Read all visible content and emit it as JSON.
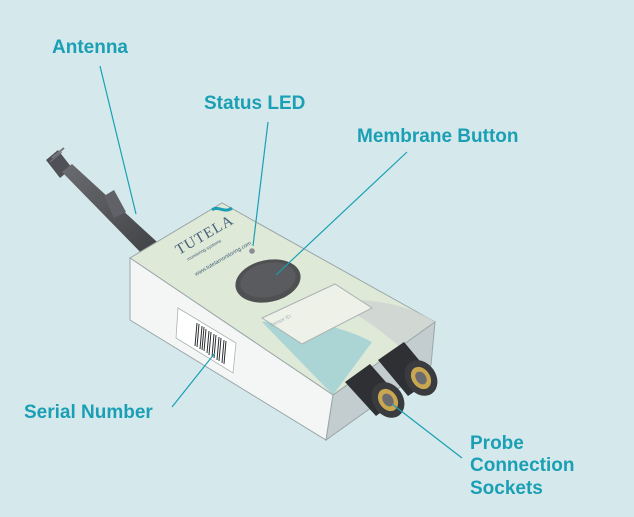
{
  "callouts": {
    "antenna": "Antenna",
    "status_led": "Status LED",
    "membrane_button": "Membrane Button",
    "serial_number": "Serial Number",
    "probe_sockets": [
      "Probe",
      "Connection",
      "Sockets"
    ]
  },
  "device": {
    "brand": "TUTELA",
    "brand_tagline": "monitoring systems",
    "website": "www.tutelamonitoring.com",
    "sensor_id_label": "Sensor ID:"
  },
  "colors": {
    "background": "#d5e9ec",
    "callout_text": "#1a9fb4",
    "leader_line": "#1a9fb4"
  }
}
